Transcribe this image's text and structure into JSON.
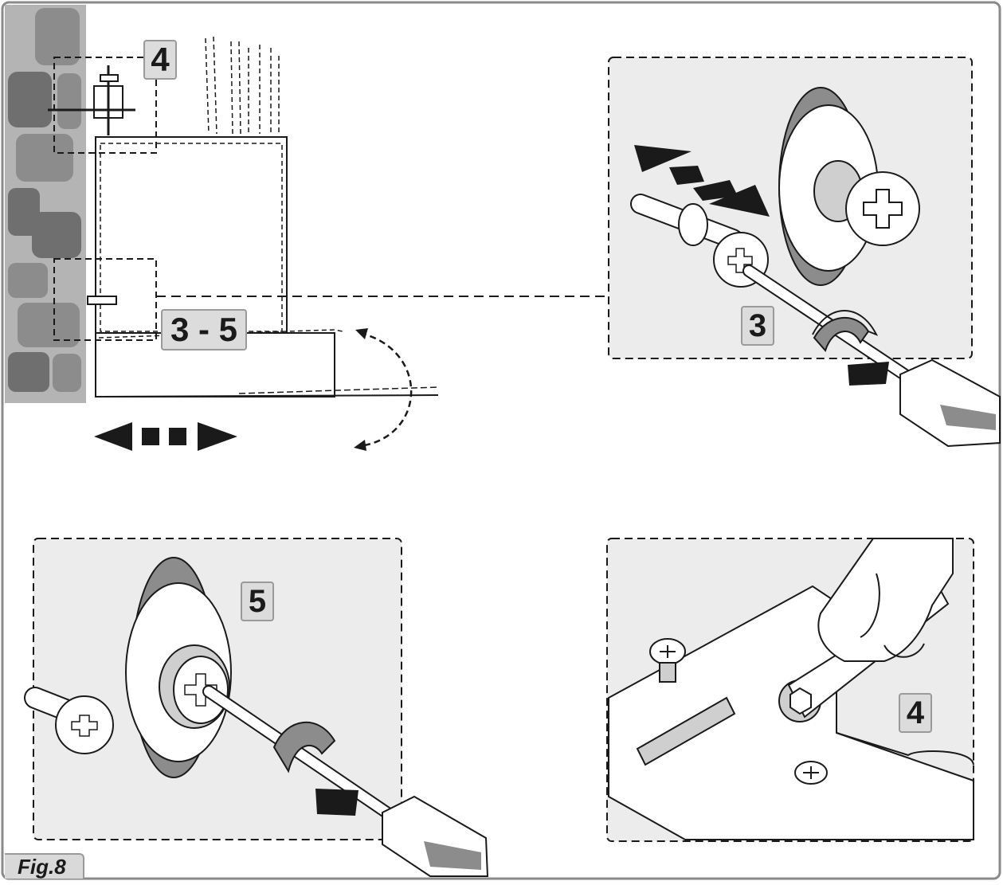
{
  "figure": {
    "caption": "Fig.8"
  },
  "callouts": {
    "top_left": "4",
    "main": "3 - 5",
    "top_right": "3",
    "bottom_left": "5",
    "bottom_right": "4"
  },
  "colors": {
    "panel": "#ececec",
    "wall_dark": "#6f6f6f",
    "wall_mid": "#8c8c8c",
    "wall_bg": "#b4b4b4",
    "label_bg": "#dcdcdc",
    "outline": "#1a1a1a"
  },
  "icons": {
    "move_arrows": "double-arrow-horizontal-icon",
    "rotate_arrow": "curved-arrow-icon",
    "screwdriver": "screwdriver-icon",
    "wrench": "wrench-icon",
    "hand": "hand-icon",
    "screw": "phillips-screw-icon",
    "wall": "brick-wall-icon"
  }
}
